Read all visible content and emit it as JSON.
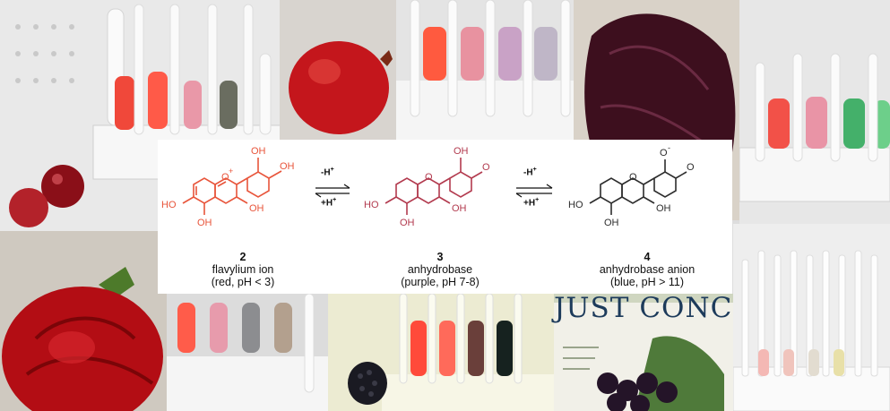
{
  "scheme": {
    "arrow_forward": "-H",
    "arrow_back": "+H",
    "arrow_charge": "+",
    "compounds": [
      {
        "number": "2",
        "name": "flavylium ion",
        "condition": "(red, pH < 3)",
        "color": "#e8553b"
      },
      {
        "number": "3",
        "name": "anhydrobase",
        "condition": "(purple, pH 7-8)",
        "color": "#b23a4e"
      },
      {
        "number": "4",
        "name": "anhydrobase anion",
        "condition": "(blue, pH > 11)",
        "color": "#2d2d2d"
      }
    ],
    "atoms": {
      "oh": "OH",
      "ho": "HO",
      "o": "O",
      "o_plus": "O",
      "plus": "+",
      "o_minus": "O",
      "minus": "-"
    }
  },
  "photos": {
    "juice_label": "JUST CONCO"
  }
}
